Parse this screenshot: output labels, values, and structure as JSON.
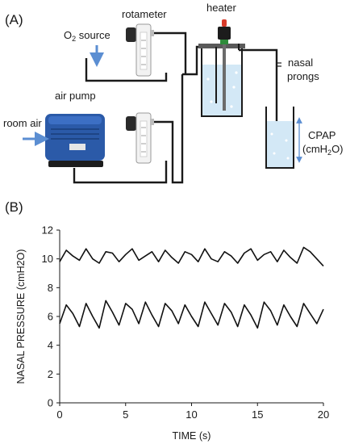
{
  "panel_a": {
    "label": "(A)",
    "labels": {
      "rotameter": "rotameter",
      "heater": "heater",
      "o2_source": "O",
      "o2_sub": "2",
      "o2_suffix": " source",
      "nasal": "nasal",
      "prongs": "prongs",
      "air_pump": "air pump",
      "room_air": "room air",
      "cpap": "CPAP",
      "cpap_unit_open": "(cmH",
      "cpap_unit_sub": "2",
      "cpap_unit_close": "O)"
    },
    "colors": {
      "pump_body": "#2b5aa8",
      "water": "#d3e8f6",
      "arrow": "#5b8ed2",
      "tube": "#1a1a1a",
      "heater_tip": "#d83a2a"
    }
  },
  "panel_b": {
    "label": "(B)"
  },
  "chart_data": {
    "type": "line",
    "xlabel": "TIME (s)",
    "ylabel": "NASAL PRESSURE (cmH2O)",
    "xlim": [
      0,
      20
    ],
    "ylim": [
      0,
      12
    ],
    "xticks": [
      0,
      5,
      10,
      15,
      20
    ],
    "yticks": [
      0,
      2,
      4,
      6,
      8,
      10,
      12
    ],
    "grid": false,
    "legend": "none",
    "series": [
      {
        "x": [
          0,
          0.5,
          1,
          1.5,
          2,
          2.5,
          3,
          3.5,
          4,
          4.5,
          5,
          5.5,
          6,
          6.5,
          7,
          7.5,
          8,
          8.5,
          9,
          9.5,
          10,
          10.5,
          11,
          11.5,
          12,
          12.5,
          13,
          13.5,
          14,
          14.5,
          15,
          15.5,
          16,
          16.5,
          17,
          17.5,
          18,
          18.5,
          19,
          19.5,
          20
        ],
        "values": [
          9.8,
          10.6,
          10.2,
          9.9,
          10.7,
          10.0,
          9.7,
          10.5,
          10.4,
          9.8,
          10.3,
          10.7,
          9.9,
          10.2,
          10.5,
          9.8,
          10.6,
          10.1,
          9.7,
          10.5,
          10.3,
          9.8,
          10.7,
          10.0,
          9.8,
          10.5,
          10.2,
          9.7,
          10.4,
          10.7,
          9.9,
          10.3,
          10.5,
          9.8,
          10.6,
          10.1,
          9.7,
          10.8,
          10.5,
          10.0,
          9.5
        ],
        "color": "#111111"
      },
      {
        "x": [
          0,
          0.5,
          1,
          1.5,
          2,
          2.5,
          3,
          3.5,
          4,
          4.5,
          5,
          5.5,
          6,
          6.5,
          7,
          7.5,
          8,
          8.5,
          9,
          9.5,
          10,
          10.5,
          11,
          11.5,
          12,
          12.5,
          13,
          13.5,
          14,
          14.5,
          15,
          15.5,
          16,
          16.5,
          17,
          17.5,
          18,
          18.5,
          19,
          19.5,
          20
        ],
        "values": [
          5.5,
          6.8,
          6.2,
          5.3,
          6.9,
          6.0,
          5.2,
          7.1,
          6.3,
          5.4,
          6.9,
          6.5,
          5.5,
          7.0,
          6.1,
          5.3,
          6.9,
          6.4,
          5.5,
          6.8,
          6.0,
          5.3,
          7.0,
          6.2,
          5.4,
          6.9,
          6.3,
          5.3,
          6.8,
          6.1,
          5.2,
          7.0,
          6.4,
          5.4,
          6.8,
          6.0,
          5.3,
          6.9,
          6.2,
          5.5,
          6.5
        ],
        "color": "#111111"
      }
    ]
  }
}
